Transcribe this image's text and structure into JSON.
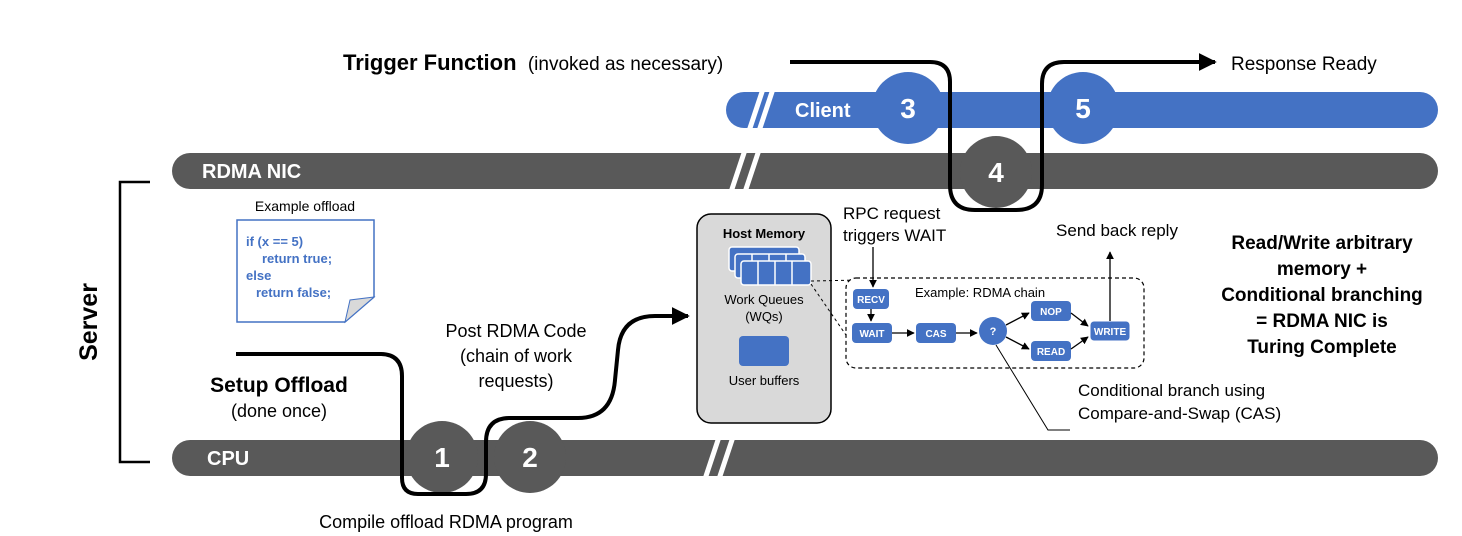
{
  "trigger": {
    "title": "Trigger Function",
    "note": "(invoked as necessary)"
  },
  "response_ready": "Response Ready",
  "client_label": "Client",
  "rdma_nic_label": "RDMA NIC",
  "cpu_label": "CPU",
  "server_label": "Server",
  "steps": [
    "1",
    "2",
    "3",
    "4",
    "5"
  ],
  "example_offload": {
    "caption": "Example offload",
    "code": [
      "if (x == 5)",
      "return true;",
      "else",
      "return false;"
    ]
  },
  "setup_offload": {
    "title": "Setup Offload",
    "note": "(done once)"
  },
  "compile_caption": "Compile offload RDMA program",
  "post_rdma_code": [
    "Post RDMA Code",
    "(chain of work",
    "requests)"
  ],
  "host_memory": {
    "title": "Host Memory",
    "wq_label": [
      "Work Queues",
      "(WQs)"
    ],
    "buffers_label": "User buffers"
  },
  "rpc_request": [
    "RPC request",
    "triggers WAIT"
  ],
  "send_back": "Send back reply",
  "rdma_chain": {
    "title": "Example: RDMA chain",
    "nodes": {
      "recv": "RECV",
      "wait": "WAIT",
      "cas": "CAS",
      "branch": "?",
      "nop": "NOP",
      "read": "READ",
      "write": "WRITE"
    }
  },
  "cond_branch": [
    "Conditional branch using",
    "Compare-and-Swap (CAS)"
  ],
  "conclusion": [
    "Read/Write arbitrary",
    "memory +",
    "Conditional branching",
    "= RDMA NIC is",
    "Turing Complete"
  ],
  "colors": {
    "blue": "#4472c4",
    "dark_gray": "#595959",
    "light_gray": "#d9d9d9"
  }
}
